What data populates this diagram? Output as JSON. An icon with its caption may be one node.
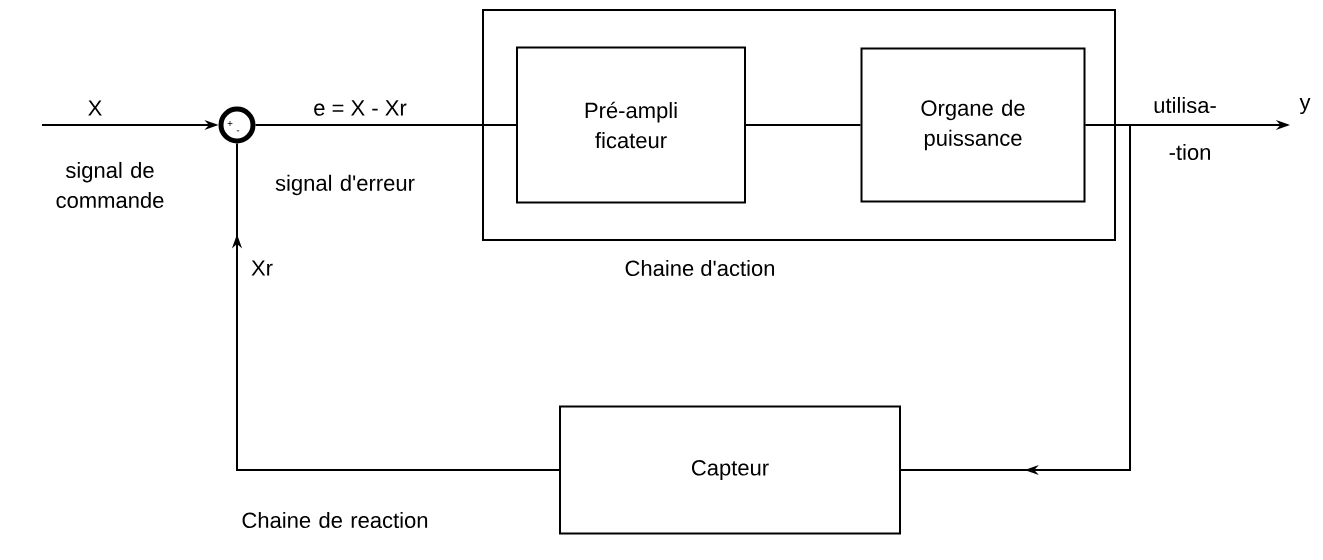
{
  "diagram": {
    "nodes": [
      {
        "text": [
          "+",
          "-"
        ]
      },
      {
        "text": [
          "Chaine d'action"
        ]
      },
      {
        "text": [
          "Pré-ampli ficateur"
        ],
        "in": 1
      },
      {
        "text": [
          "Organe de puissance"
        ],
        "in": 1
      },
      {
        "text": [
          "Capteur"
        ]
      }
    ],
    "edges": [
      {
        "from": null,
        "to": 0,
        "arrow": "to",
        "label": "X"
      },
      {
        "from": 0,
        "to": 2,
        "arrow": "none",
        "label": "e = X - Xr"
      },
      {
        "from": 2,
        "to": 3,
        "arrow": "none"
      },
      {
        "from": 3,
        "to": null,
        "arrow": "to",
        "label": "y"
      },
      {
        "from": 3,
        "to": 4,
        "arrow": "to"
      },
      {
        "from": 4,
        "to": 0,
        "arrow": "to",
        "label": "Xr"
      }
    ],
    "labels": [
      "signal de commande",
      "signal d'erreur",
      "utilisa-",
      "-tion",
      "Chaine de reaction"
    ]
  }
}
